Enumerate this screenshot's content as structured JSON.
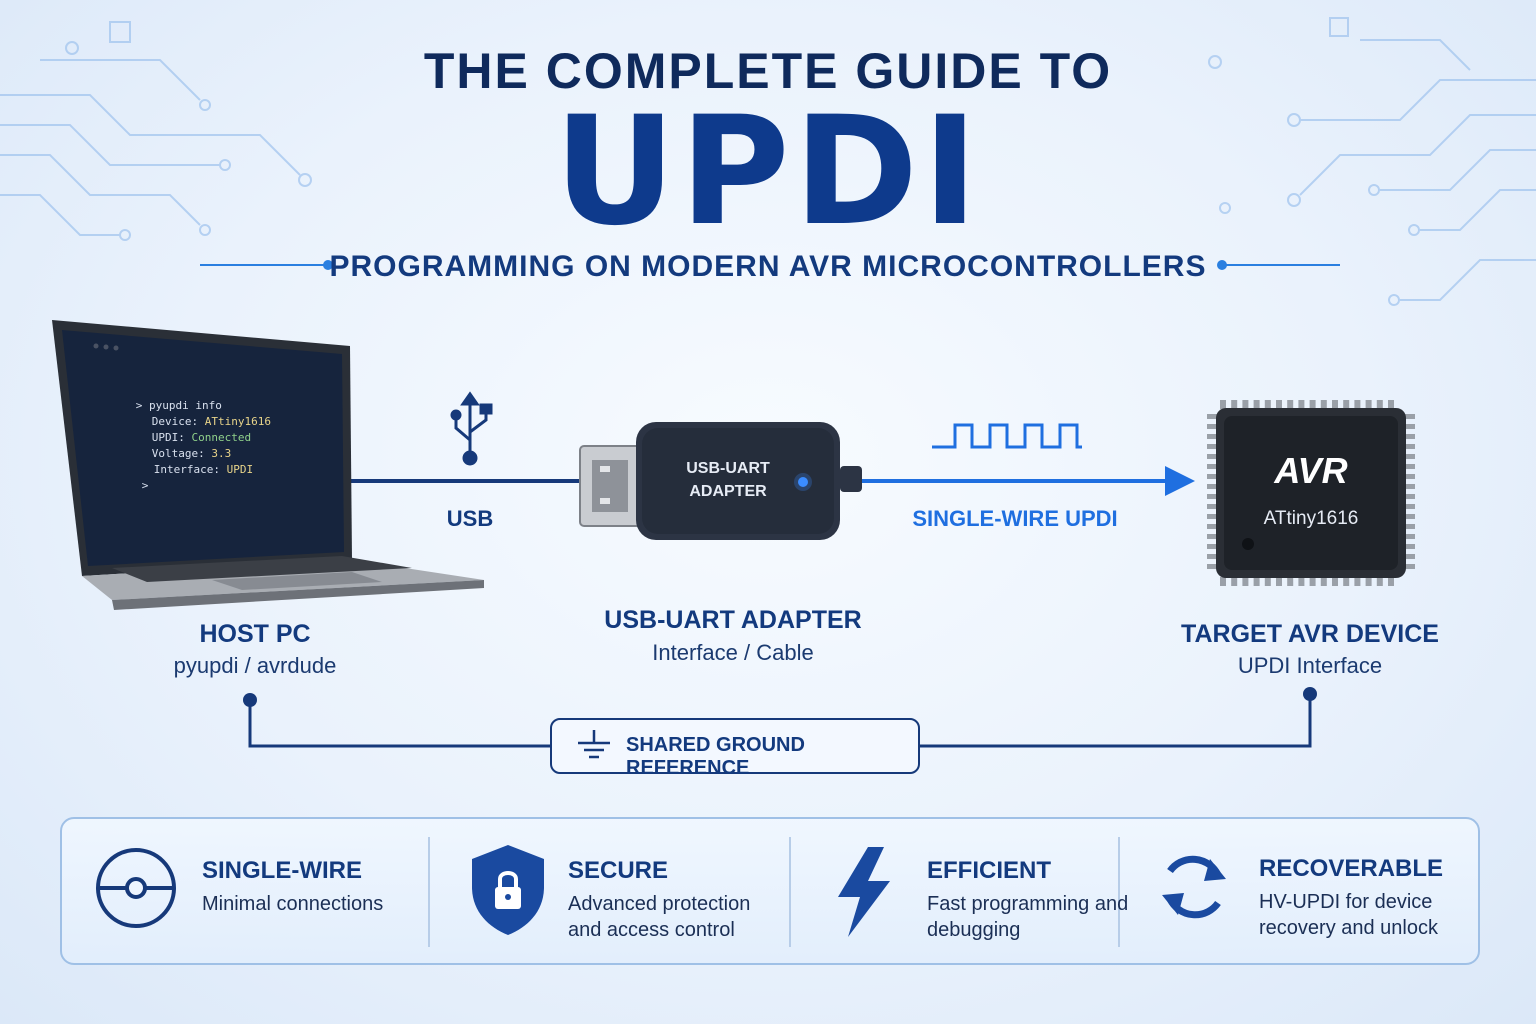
{
  "header": {
    "kicker": "THE COMPLETE GUIDE TO",
    "title": "UPDI",
    "subtitle": "PROGRAMMING ON MODERN AVR MICROCONTROLLERS"
  },
  "terminal": {
    "lines": [
      {
        "prompt": ">",
        "text": "pyupdi info"
      },
      {
        "key": "Device:",
        "value": "ATtiny1616"
      },
      {
        "key": "UPDI:",
        "value": "Connected"
      },
      {
        "key": "Voltage:",
        "value": "3.3"
      },
      {
        "key": "Interface:",
        "value": "UPDI"
      },
      {
        "prompt": ">",
        "text": ""
      }
    ]
  },
  "nodes": {
    "host": {
      "title": "HOST PC",
      "subtitle": "pyupdi / avrdude"
    },
    "adapter": {
      "title": "USB-UART ADAPTER",
      "subtitle": "Interface / Cable",
      "body_line1": "USB-UART",
      "body_line2": "ADAPTER"
    },
    "target": {
      "title": "TARGET AVR DEVICE",
      "subtitle": "UPDI Interface",
      "chip_logo": "AVR",
      "chip_part": "ATtiny1616"
    }
  },
  "links": {
    "usb": "USB",
    "updi": "SINGLE-WIRE UPDI"
  },
  "ground": {
    "label": "SHARED GROUND REFERENCE"
  },
  "features": [
    {
      "icon": "single-wire-icon",
      "title": "SINGLE-WIRE",
      "desc": "Minimal connections"
    },
    {
      "icon": "shield-lock-icon",
      "title": "SECURE",
      "desc": "Advanced protection and access control"
    },
    {
      "icon": "lightning-icon",
      "title": "EFFICIENT",
      "desc": "Fast programming and debugging"
    },
    {
      "icon": "refresh-icon",
      "title": "RECOVERABLE",
      "desc": "HV-UPDI for device recovery and unlock"
    }
  ],
  "colors": {
    "navy": "#133a7e",
    "accent_blue": "#1f6fe0",
    "terminal_bg": "#16243d"
  }
}
